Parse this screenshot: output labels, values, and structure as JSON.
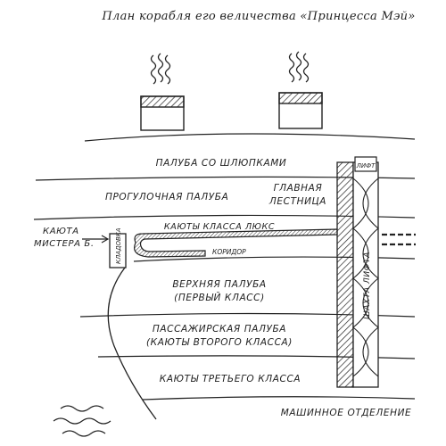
{
  "title": "План корабля его величества «Принцесса Мэй»",
  "labels": {
    "boat_deck": "ПАЛУБА СО ШЛЮПКАМИ",
    "promenade_deck": "ПРОГУЛОЧНАЯ ПАЛУБА",
    "grand_staircase_1": "ГЛАВНАЯ",
    "grand_staircase_2": "ЛЕСТНИЦА",
    "lux_cabins": "КАЮТЫ КЛАССА ЛЮКС",
    "corridor": "КОРИДОР",
    "mr_b_cabin_1": "КАЮТА",
    "mr_b_cabin_2": "МИСТЕРА Б.",
    "closet": "КЛАДОВКА",
    "upper_deck_1": "ВЕРХНЯЯ ПАЛУБА",
    "upper_deck_2": "(ПЕРВЫЙ КЛАСС)",
    "passenger_deck_1": "ПАССАЖИРСКАЯ ПАЛУБА",
    "passenger_deck_2": "(КАЮТЫ ВТОРОГО КЛАССА)",
    "third_class": "КАЮТЫ ТРЕТЬЕГО КЛАССА",
    "elevator_shaft": "ШАХТА ЛИФТА",
    "elevator_car": "ЛИФТ",
    "engine_room": "МАШИННОЕ ОТДЕЛЕНИЕ"
  }
}
